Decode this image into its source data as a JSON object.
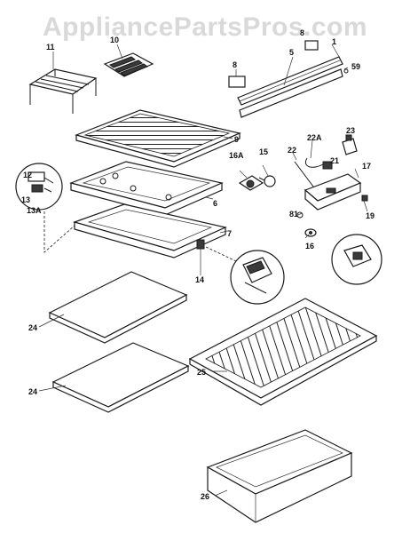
{
  "watermark": "AppliancePartsPros.com",
  "callouts": {
    "p1": "1",
    "p5": "5",
    "p8a": "8",
    "p8b": "8",
    "p9": "9",
    "p10": "10",
    "p11": "11",
    "p12": "12",
    "p13": "13",
    "p13a": "13A",
    "p14": "14",
    "p15": "15",
    "p16": "16",
    "p16a": "16A",
    "p6": "6",
    "p7": "7",
    "p17": "17",
    "p19": "19",
    "p21": "21",
    "p22": "22",
    "p22a": "22A",
    "p23": "23",
    "p24a": "24",
    "p24b": "24",
    "p25": "25",
    "p26": "26",
    "p59": "59",
    "p81": "81"
  }
}
